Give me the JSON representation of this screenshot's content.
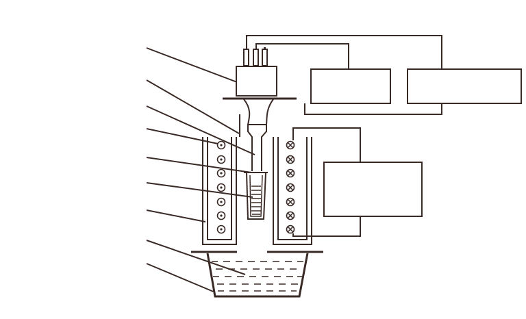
{
  "diagram": {
    "kind": "schematic",
    "callout_count": 9,
    "boxes": [
      "unit-top-middle",
      "unit-top-right",
      "unit-right"
    ],
    "coil_rows": 7,
    "colors": {
      "line": "#3a2a26",
      "background": "#ffffff"
    }
  }
}
